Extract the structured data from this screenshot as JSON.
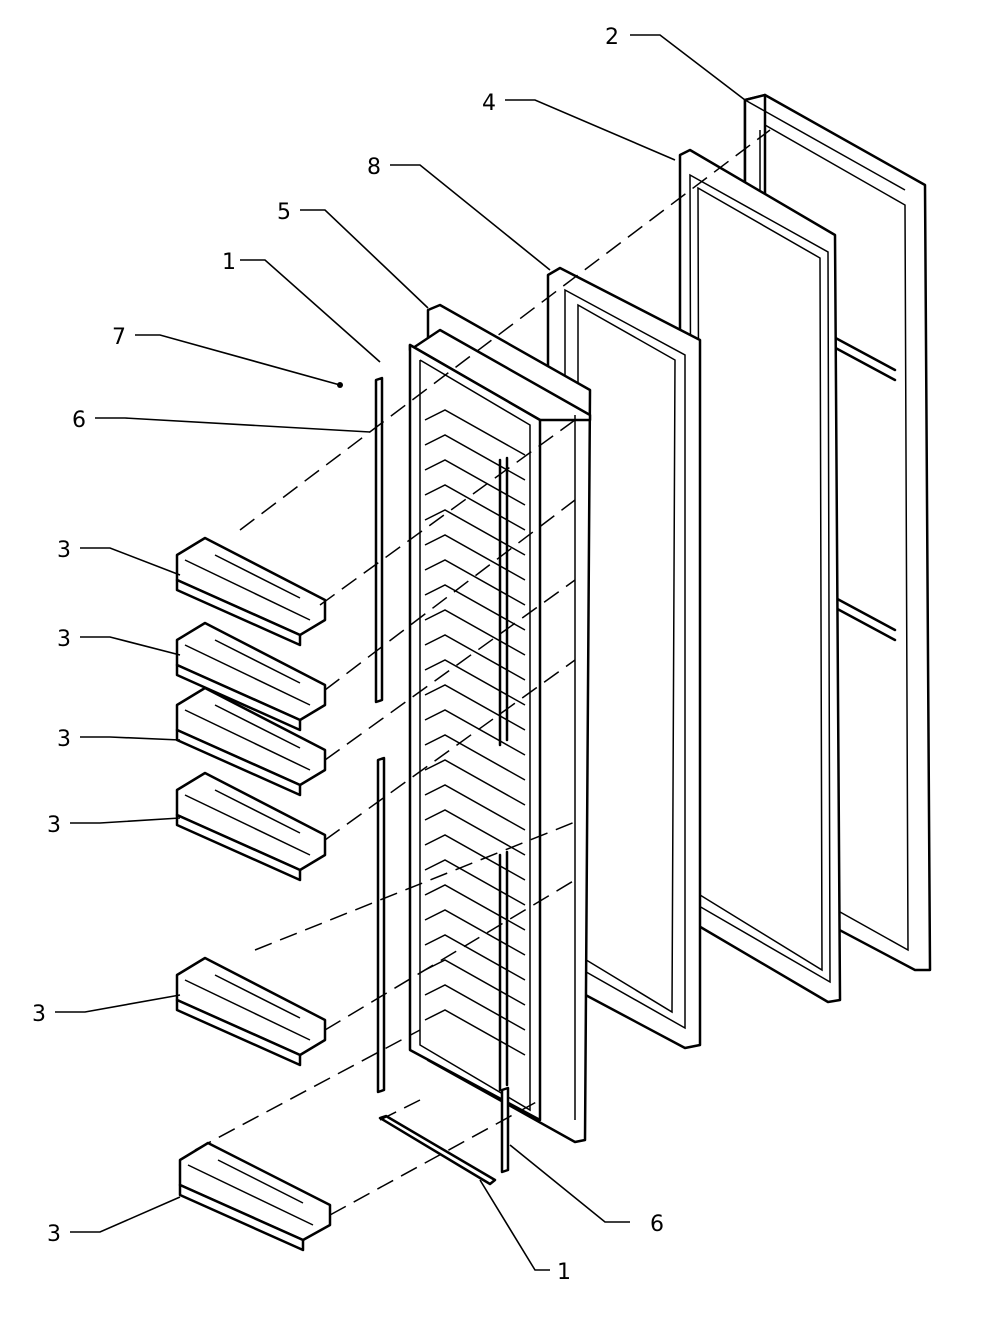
{
  "callouts": [
    {
      "id": "c-2",
      "label": "2"
    },
    {
      "id": "c-4",
      "label": "4"
    },
    {
      "id": "c-8",
      "label": "8"
    },
    {
      "id": "c-5",
      "label": "5"
    },
    {
      "id": "c-1-top",
      "label": "1"
    },
    {
      "id": "c-7",
      "label": "7"
    },
    {
      "id": "c-6-top",
      "label": "6"
    },
    {
      "id": "c-3-a",
      "label": "3"
    },
    {
      "id": "c-3-b",
      "label": "3"
    },
    {
      "id": "c-3-c",
      "label": "3"
    },
    {
      "id": "c-3-d",
      "label": "3"
    },
    {
      "id": "c-3-e",
      "label": "3"
    },
    {
      "id": "c-3-f",
      "label": "3"
    },
    {
      "id": "c-6-bottom",
      "label": "6"
    },
    {
      "id": "c-1-bottom",
      "label": "1"
    }
  ]
}
